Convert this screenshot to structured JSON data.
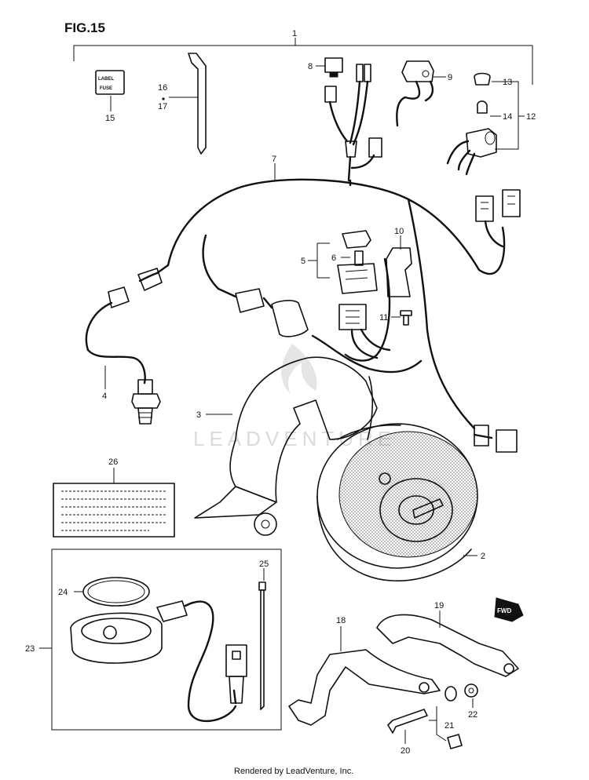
{
  "figure": {
    "title": "FIG.15"
  },
  "callouts": [
    {
      "id": "c1",
      "text": "1"
    },
    {
      "id": "c2",
      "text": "2"
    },
    {
      "id": "c3",
      "text": "3"
    },
    {
      "id": "c4",
      "text": "4"
    },
    {
      "id": "c5",
      "text": "5"
    },
    {
      "id": "c6",
      "text": "6"
    },
    {
      "id": "c7",
      "text": "7"
    },
    {
      "id": "c8",
      "text": "8"
    },
    {
      "id": "c9",
      "text": "9"
    },
    {
      "id": "c10",
      "text": "10"
    },
    {
      "id": "c11",
      "text": "11"
    },
    {
      "id": "c12",
      "text": "12"
    },
    {
      "id": "c13",
      "text": "13"
    },
    {
      "id": "c14",
      "text": "14"
    },
    {
      "id": "c15",
      "text": "15"
    },
    {
      "id": "c16",
      "text": "16"
    },
    {
      "id": "c17",
      "text": "17"
    },
    {
      "id": "c18",
      "text": "18"
    },
    {
      "id": "c19",
      "text": "19"
    },
    {
      "id": "c20",
      "text": "20"
    },
    {
      "id": "c21",
      "text": "21"
    },
    {
      "id": "c22",
      "text": "22"
    },
    {
      "id": "c23",
      "text": "23"
    },
    {
      "id": "c24",
      "text": "24"
    },
    {
      "id": "c25",
      "text": "25"
    },
    {
      "id": "c26",
      "text": "26"
    }
  ],
  "label_tag": {
    "line1": "LABEL",
    "line2": "FUSE"
  },
  "watermark": {
    "text": "LEADVENTURE"
  },
  "front_mark": {
    "text": "FWD"
  },
  "footer": {
    "text": "Rendered by LeadVenture, Inc."
  }
}
